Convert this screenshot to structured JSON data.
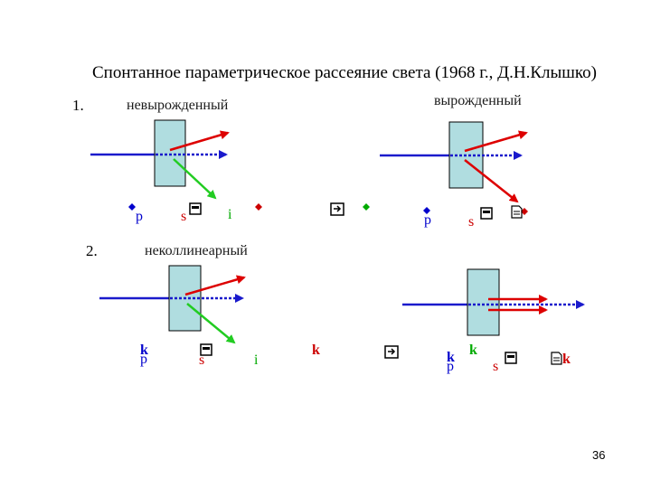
{
  "title": "Спонтанное параметрическое рассеяние света (1968 г., Д.Н.Клышко)",
  "item1": "1.",
  "item2": "2.",
  "nondegenerate": "невырожденный",
  "degenerate": "вырожденный",
  "noncollinear": "неколлинеарный",
  "labels": {
    "p": "p",
    "s": "s",
    "i": "i",
    "k": "k"
  },
  "colors": {
    "pump": "#1a1acc",
    "signal": "#dd0000",
    "idler": "#22cc22",
    "crystal": "#b0dde0"
  },
  "icons": [
    "equals-box-icon",
    "arrow-box-icon",
    "document-icon",
    "diamond-icon"
  ],
  "page_number": "36"
}
